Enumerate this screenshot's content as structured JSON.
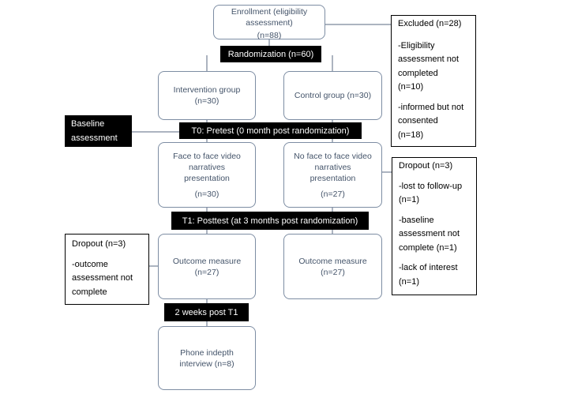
{
  "enrollment": {
    "line1": "Enrollment (eligibility",
    "line2": "assessment)",
    "count": "(n=88)"
  },
  "excluded": {
    "title": "Excluded (n=28)",
    "item1": "-Eligibility assessment not completed",
    "item1_count": "(n=10)",
    "item2": "-informed but not consented",
    "item2_count": "(n=18)"
  },
  "randomization": "Randomization (n=60)",
  "intervention_group": {
    "label": "Intervention group",
    "count": "(n=30)"
  },
  "control_group": {
    "label": "Control group (n=30)"
  },
  "baseline_assessment": {
    "line1": "Baseline",
    "line2": "assessment"
  },
  "pretest": "T0: Pretest (0 month post randomization)",
  "face_to_face": {
    "line1": "Face to face video",
    "line2": "narratives",
    "line3": "presentation",
    "count": "(n=30)"
  },
  "no_face_to_face": {
    "line1": "No face to face video",
    "line2": "narratives",
    "line3": "presentation",
    "count": "(n=27)"
  },
  "dropout_right": {
    "title": "Dropout (n=3)",
    "item1": "-lost to follow-up (n=1)",
    "item2": "-baseline assessment not complete (n=1)",
    "item3": "-lack of interest (n=1)"
  },
  "posttest": "T1: Posttest (at 3 months post randomization)",
  "dropout_left": {
    "title": "Dropout (n=3)",
    "item1": "-outcome assessment not complete"
  },
  "outcome_intervention": {
    "label": "Outcome measure",
    "count": "(n=27)"
  },
  "outcome_control": {
    "label": "Outcome measure",
    "count": "(n=27)"
  },
  "two_weeks": "2 weeks post T1",
  "phone_interview": {
    "line1": "Phone indepth",
    "line2": "interview (n=8)"
  }
}
